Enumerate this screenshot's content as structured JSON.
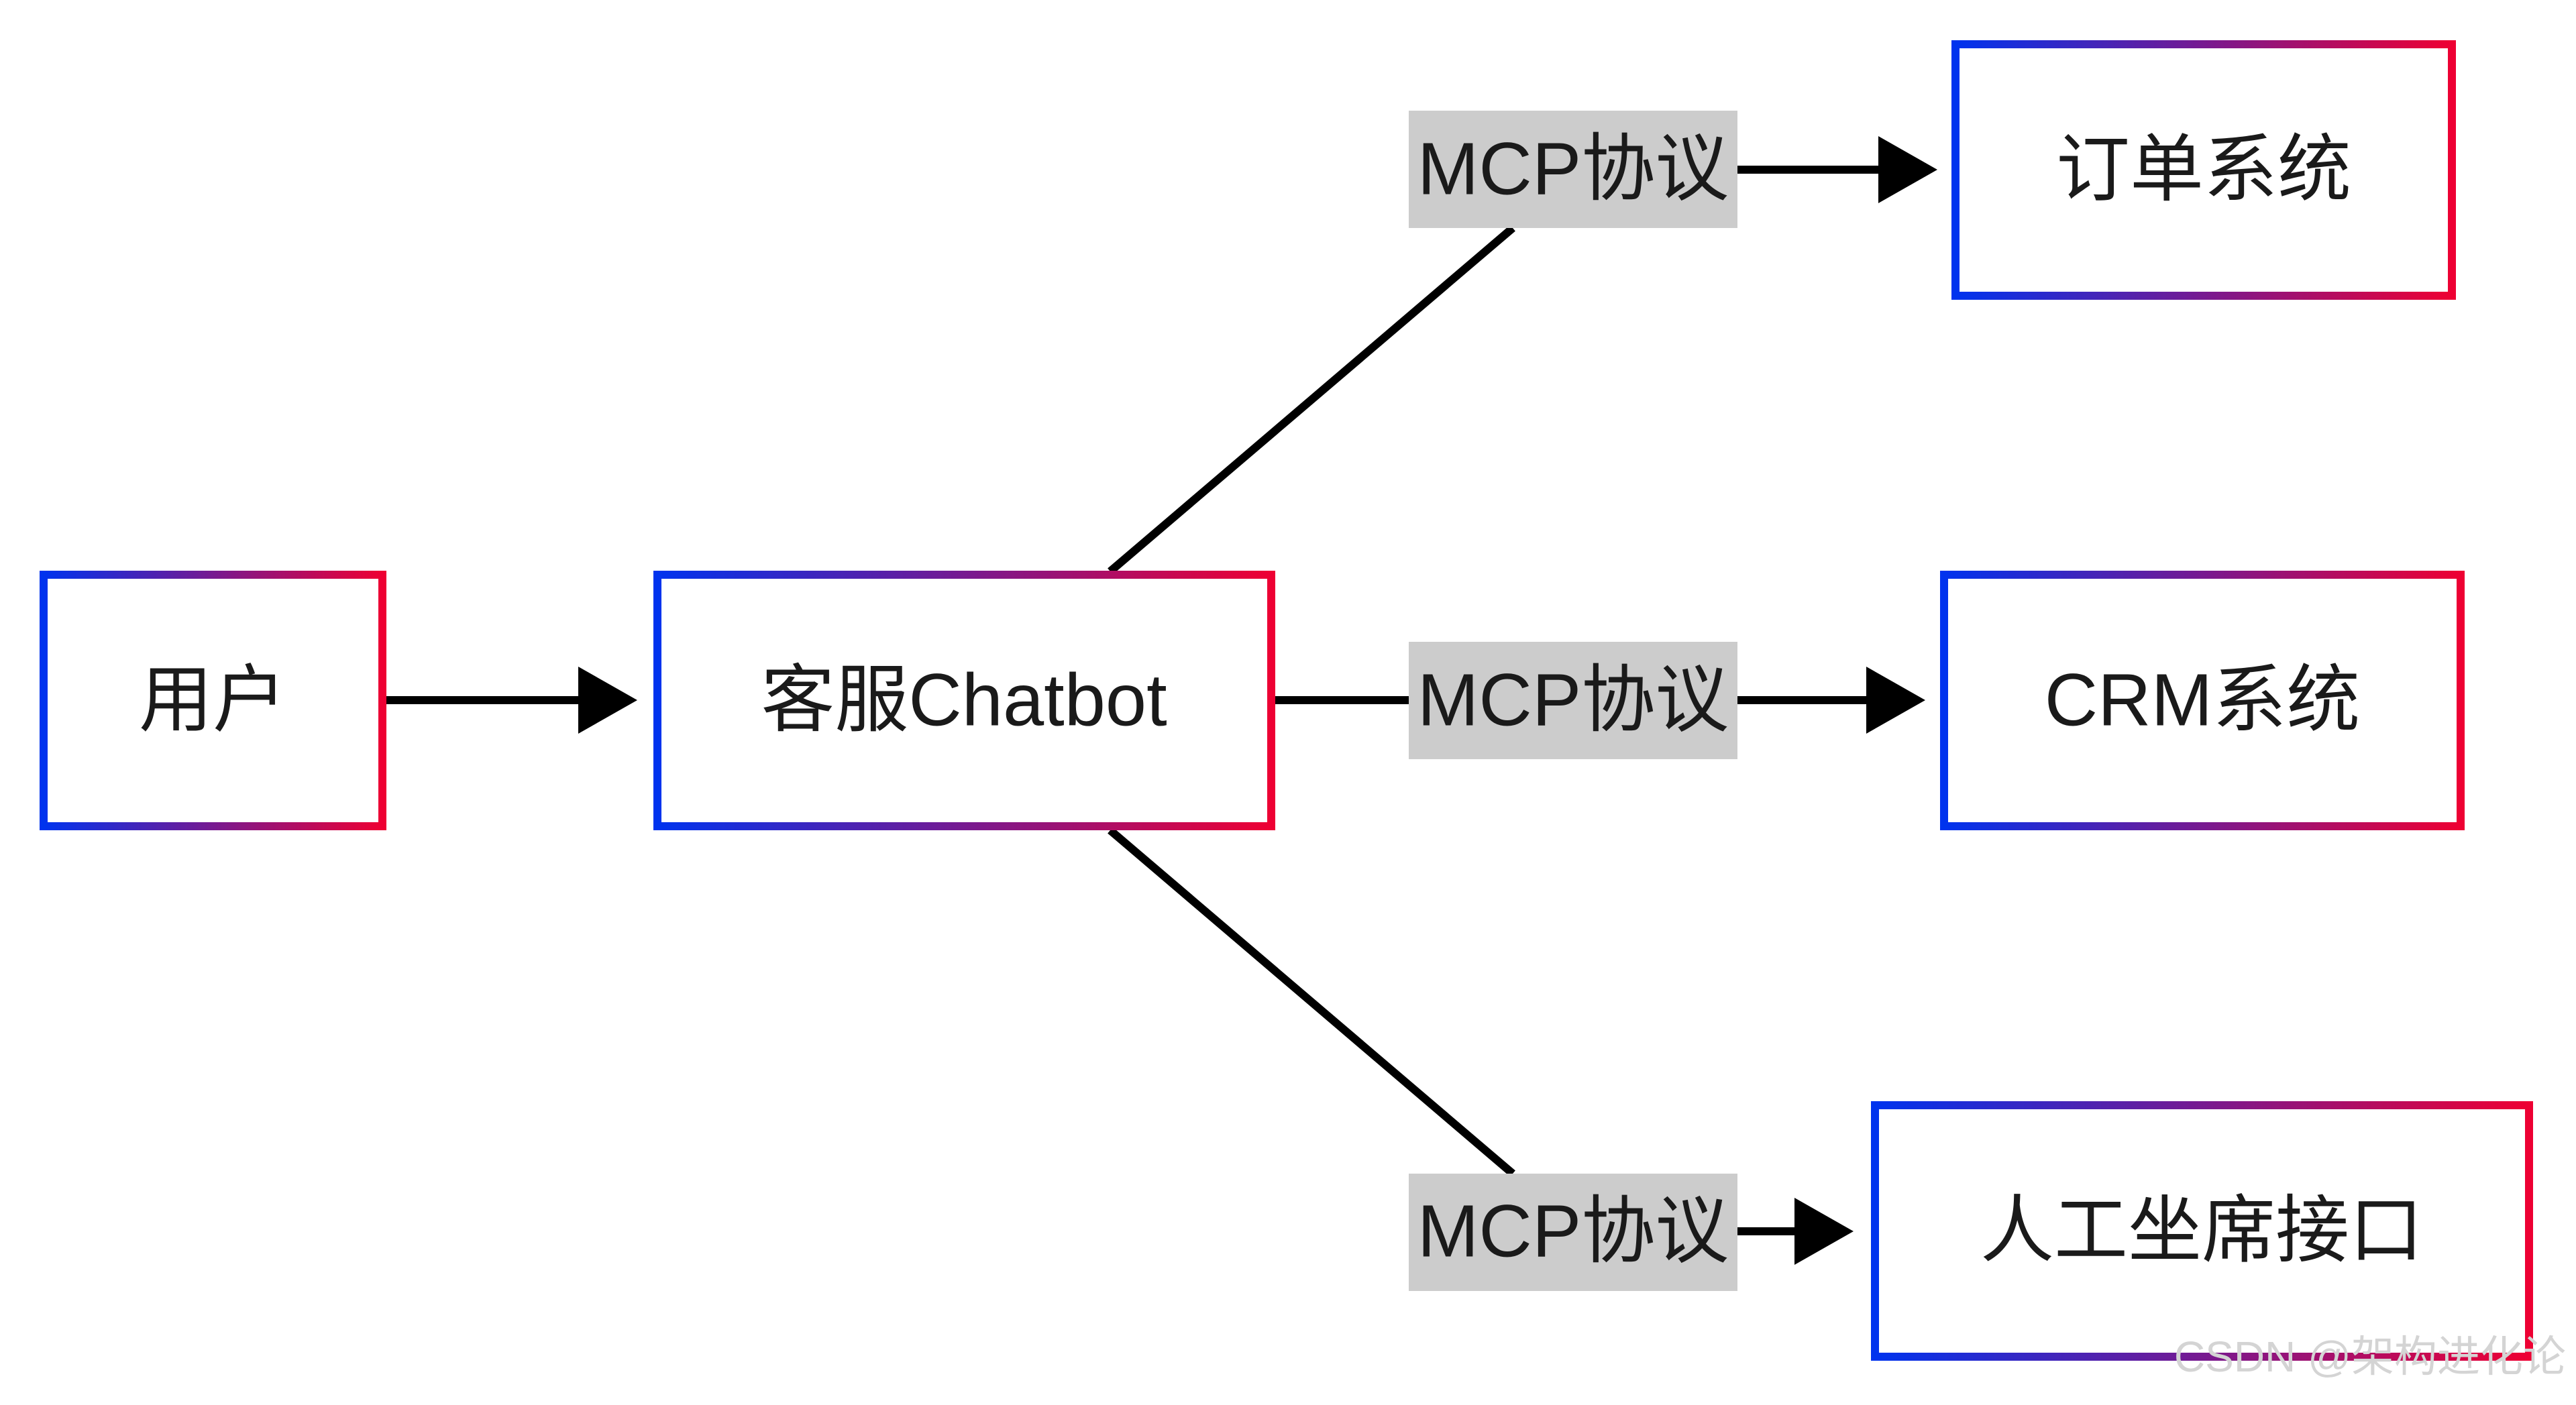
{
  "colors": {
    "border_start": "#0033ee",
    "border_end": "#ee0033",
    "arrow": "#000000",
    "label_bg": "#cccccc",
    "text": "#1a1a1a"
  },
  "nodes": {
    "user": {
      "label": "用户"
    },
    "chatbot": {
      "label": "客服Chatbot"
    },
    "order": {
      "label": "订单系统"
    },
    "crm": {
      "label": "CRM系统"
    },
    "agent": {
      "label": "人工坐席接口"
    }
  },
  "edges": {
    "to_order": {
      "label": "MCP协议"
    },
    "to_crm": {
      "label": "MCP协议"
    },
    "to_agent": {
      "label": "MCP协议"
    }
  },
  "watermark": "CSDN @架构进化论"
}
